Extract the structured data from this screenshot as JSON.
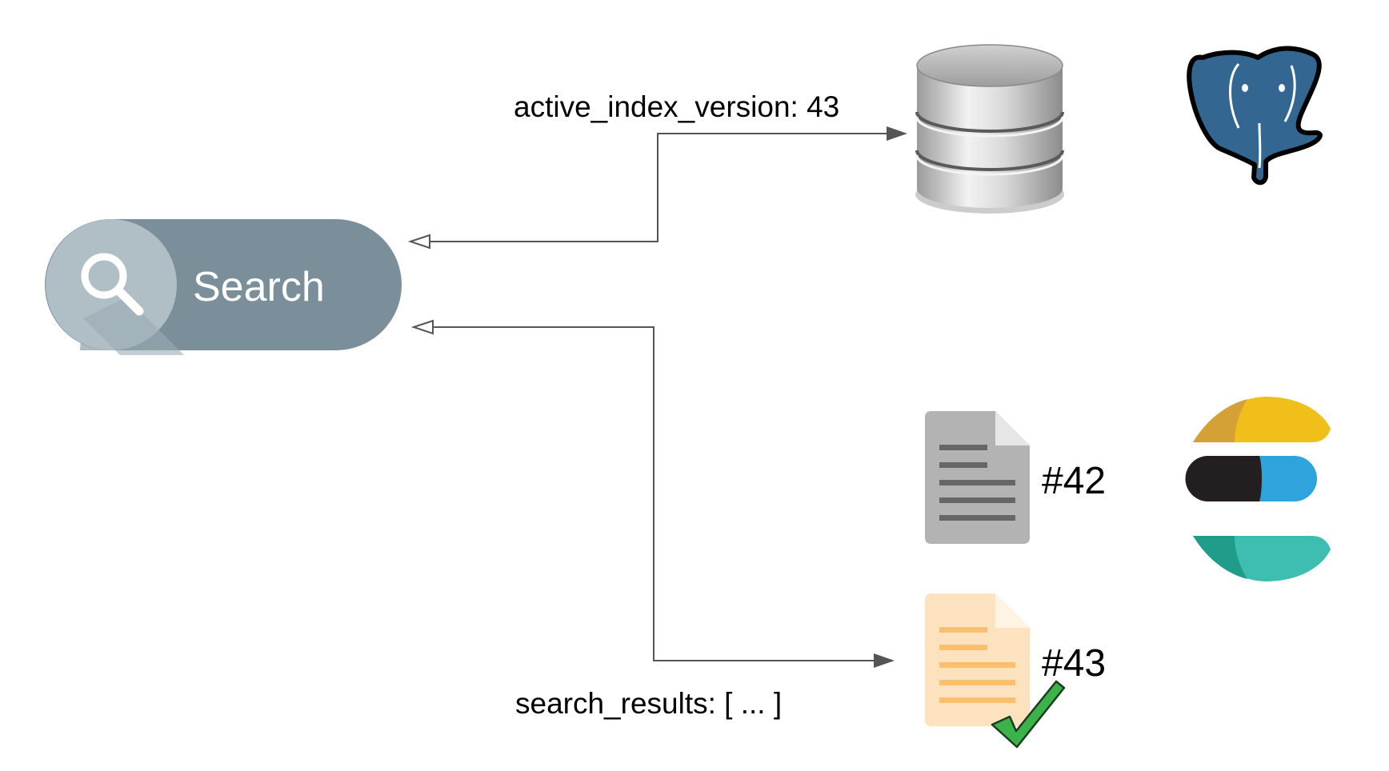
{
  "search_widget": {
    "label": "Search",
    "colors": {
      "pill": "#7a8f99",
      "circle": "#b0bec6",
      "icon": "#ffffff"
    }
  },
  "connections": {
    "top_label": "active_index_version: 43",
    "bottom_label": "search_results: [ ... ]"
  },
  "documents": [
    {
      "label": "#42",
      "state": "inactive",
      "color": "#b3b3b3"
    },
    {
      "label": "#43",
      "state": "active",
      "color": "#fde2c0",
      "check": true
    }
  ],
  "icons": {
    "database": "database-icon",
    "postgres": "postgresql-elephant-logo",
    "elasticsearch": "elasticsearch-logo",
    "check": "checkmark-icon"
  },
  "colors": {
    "arrow": "#555555",
    "postgres_blue": "#336791",
    "es_yellow": "#f0bf1a",
    "es_blue": "#3ebeb0",
    "es_cyan": "#2ea3dc",
    "check_green": "#3bb34a"
  }
}
